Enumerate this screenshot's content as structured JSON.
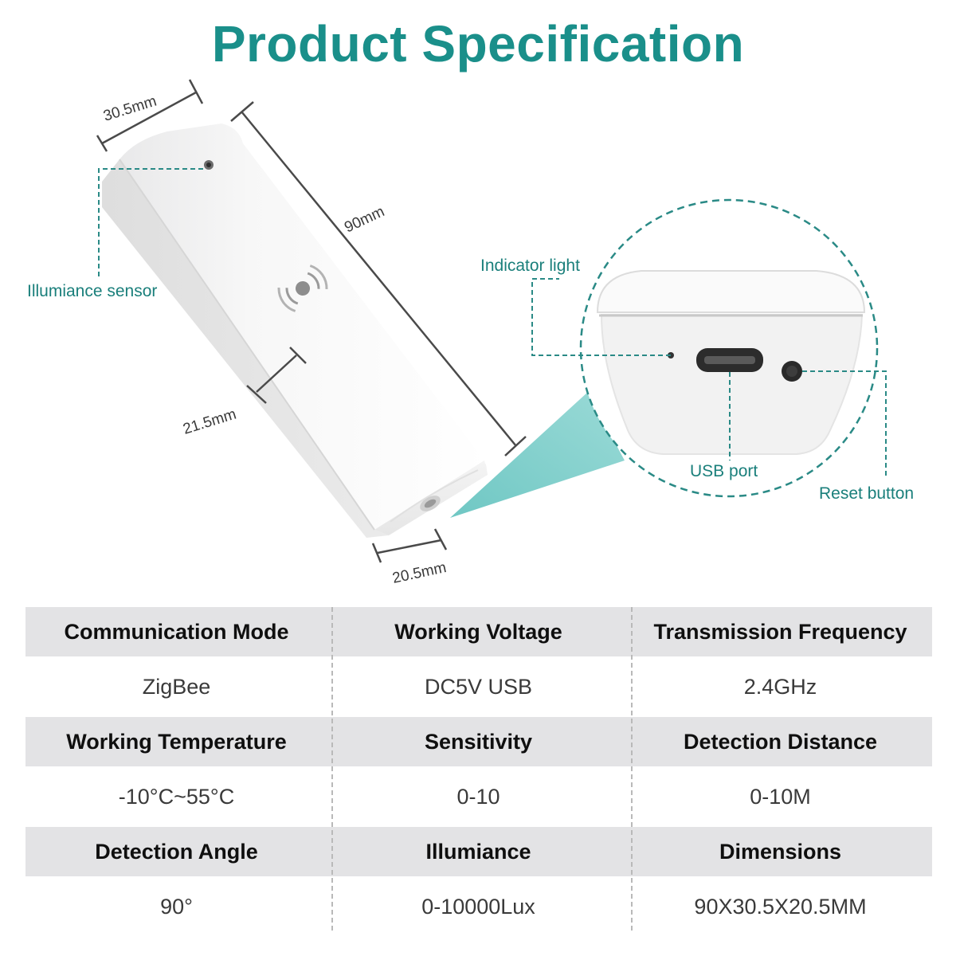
{
  "title": "Product Specification",
  "labels": {
    "width_top": "30.5mm",
    "length": "90mm",
    "illuminance_sensor": "Illumiance sensor",
    "height_side": "21.5mm",
    "depth_bottom": "20.5mm",
    "indicator_light": "Indicator light",
    "usb_port": "USB port",
    "reset_button": "Reset button"
  },
  "colors": {
    "accent": "#1a8f8a",
    "header_bg": "#e3e3e5",
    "callout": "#2a8a86"
  },
  "specs": [
    {
      "label": "Communication Mode",
      "value": "ZigBee"
    },
    {
      "label": "Working Voltage",
      "value": "DC5V USB"
    },
    {
      "label": "Transmission Frequency",
      "value": "2.4GHz"
    },
    {
      "label": "Working Temperature",
      "value": "-10°C~55°C"
    },
    {
      "label": "Sensitivity",
      "value": "0-10"
    },
    {
      "label": "Detection Distance",
      "value": "0-10M"
    },
    {
      "label": "Detection Angle",
      "value": "90°"
    },
    {
      "label": "Illumiance",
      "value": "0-10000Lux"
    },
    {
      "label": "Dimensions",
      "value": "90X30.5X20.5MM"
    }
  ]
}
